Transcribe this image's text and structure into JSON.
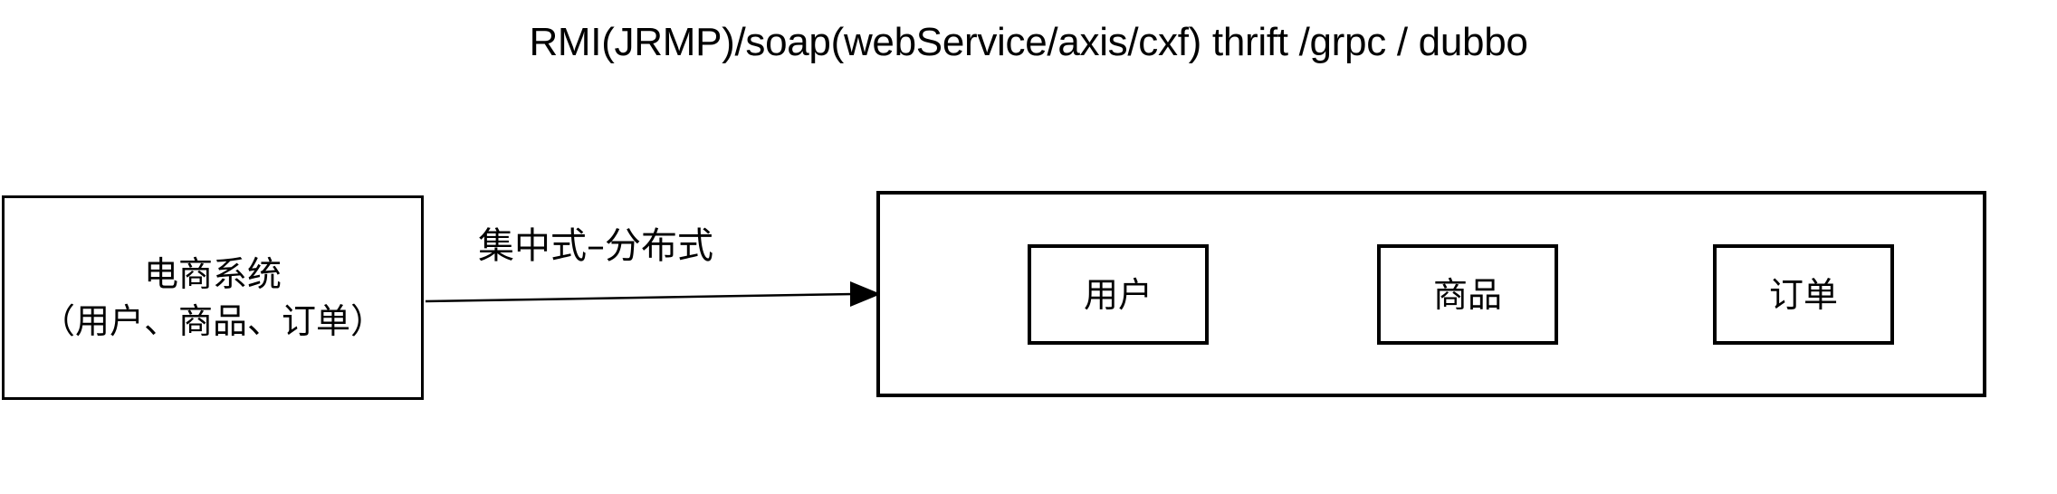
{
  "diagram": {
    "title": "RMI(JRMP)/soap(webService/axis/cxf) thrift /grpc / dubbo",
    "source_box": {
      "line1": "电商系统",
      "line2": "（用户、商品、订单）"
    },
    "arrow": {
      "label": "集中式–分布式",
      "direction": "left-to-right",
      "head": "solid-triangle"
    },
    "distributed_container": {
      "services": [
        {
          "label": "用户"
        },
        {
          "label": "商品"
        },
        {
          "label": "订单"
        }
      ]
    },
    "colors": {
      "stroke": "#000000",
      "background": "#ffffff",
      "text": "#000000"
    }
  }
}
